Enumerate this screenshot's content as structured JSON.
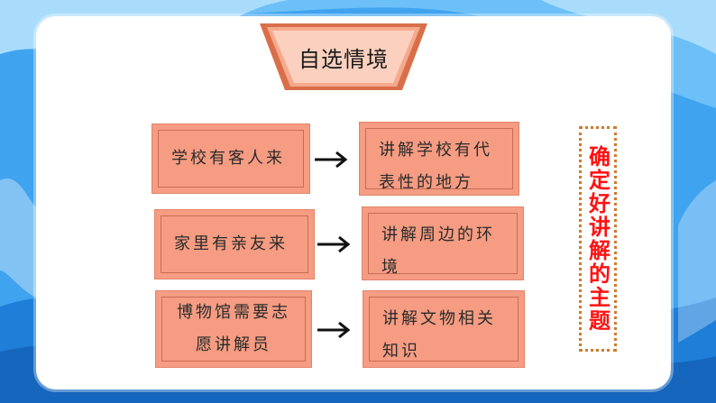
{
  "title": "自选情境",
  "scenarios": [
    {
      "situation": "学校有客人来",
      "task": "讲解学校有代表性的地方"
    },
    {
      "situation": "家里有亲友来",
      "task": "讲解周边的环境"
    },
    {
      "situation": "博物馆需要志愿讲解员",
      "task": "讲解文物相关知识"
    }
  ],
  "topic": "确定好讲解的主题",
  "colors": {
    "background_blue": "#2a8ee6",
    "box_fill": "#f59c82",
    "topic_text": "#ff1111",
    "topic_border": "#d07a2a"
  }
}
